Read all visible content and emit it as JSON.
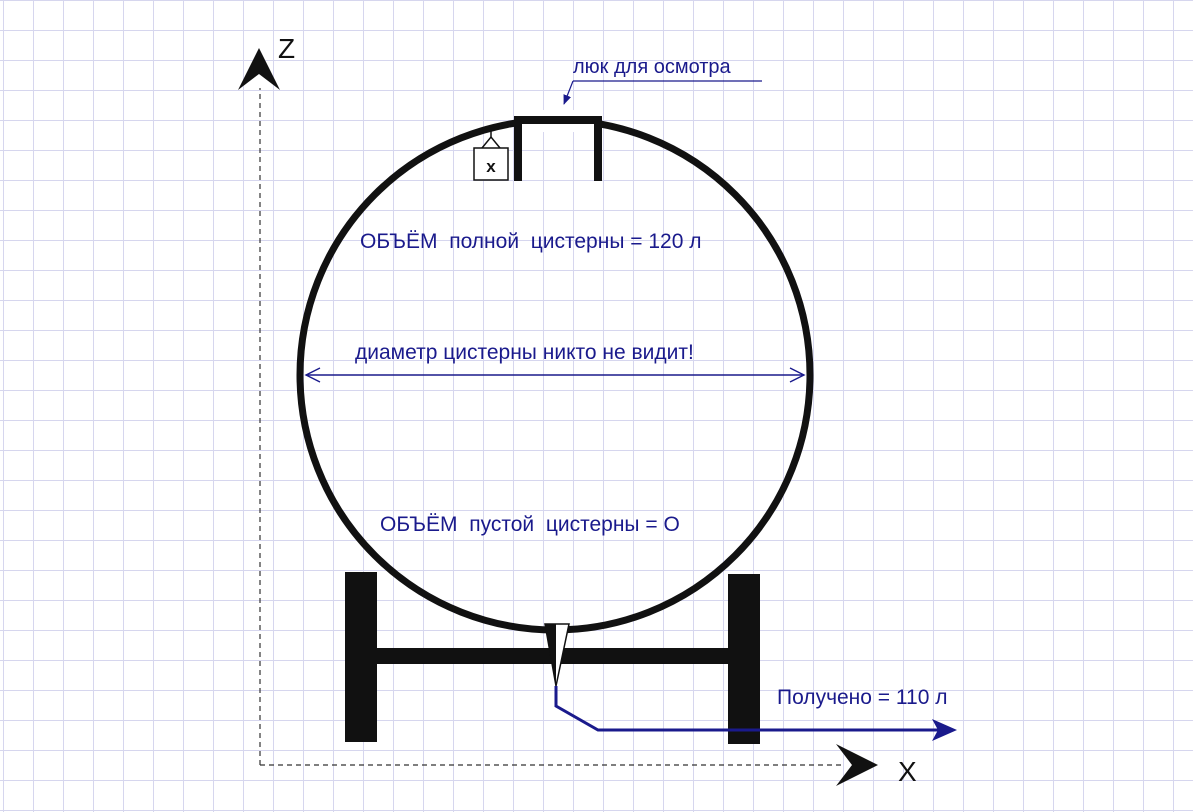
{
  "axes": {
    "z_label": "Z",
    "x_label": "X"
  },
  "labels": {
    "hatch": "люк для осмотра",
    "full_volume": "ОБЪЁМ  полной  цистерны = 120 л",
    "diameter": "диаметр цистерны никто не видит!",
    "empty_volume": "ОБЪЁМ  пустой  цистерны = О",
    "received": "Получено = 110 л",
    "lock_mark": "x"
  },
  "colors": {
    "tank": "#111111",
    "annotation": "#1a1a8c",
    "grid": "#d6d6ee"
  }
}
